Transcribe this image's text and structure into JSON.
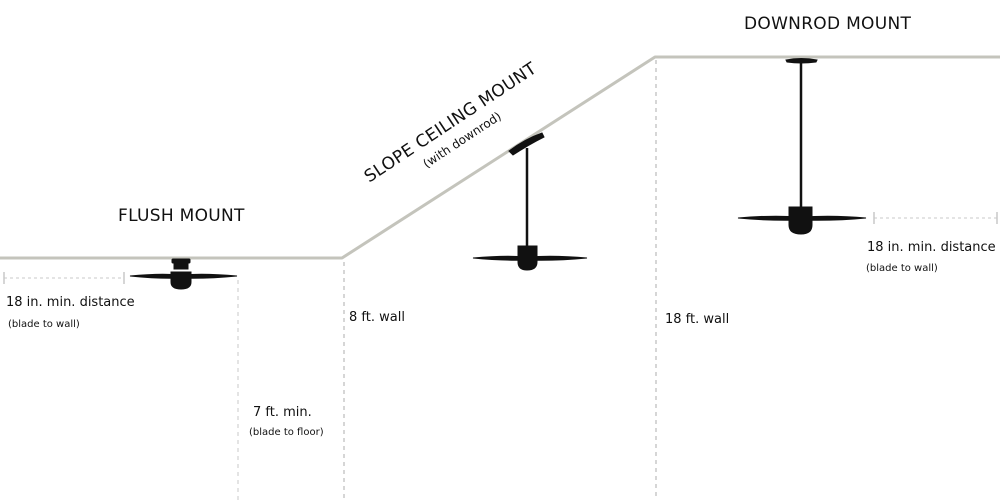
{
  "titles": {
    "flush_mount": "FLUSH MOUNT",
    "slope_ceiling_mount": "SLOPE CEILING MOUNT",
    "slope_ceiling_sub": "(with downrod)",
    "downrod_mount": "DOWNROD MOUNT"
  },
  "labels": {
    "left_distance": "18 in. min. distance",
    "left_distance_sub": "(blade to wall)",
    "min_height": "7 ft. min.",
    "min_height_sub": "(blade to floor)",
    "wall_8ft": "8 ft. wall",
    "wall_18ft": "18 ft. wall",
    "right_distance": "18 in. min. distance",
    "right_distance_sub": "(blade to wall)"
  },
  "colors": {
    "ceiling": "#c4c4bc",
    "dashed": "#c8c8c8",
    "fan": "#111111"
  }
}
